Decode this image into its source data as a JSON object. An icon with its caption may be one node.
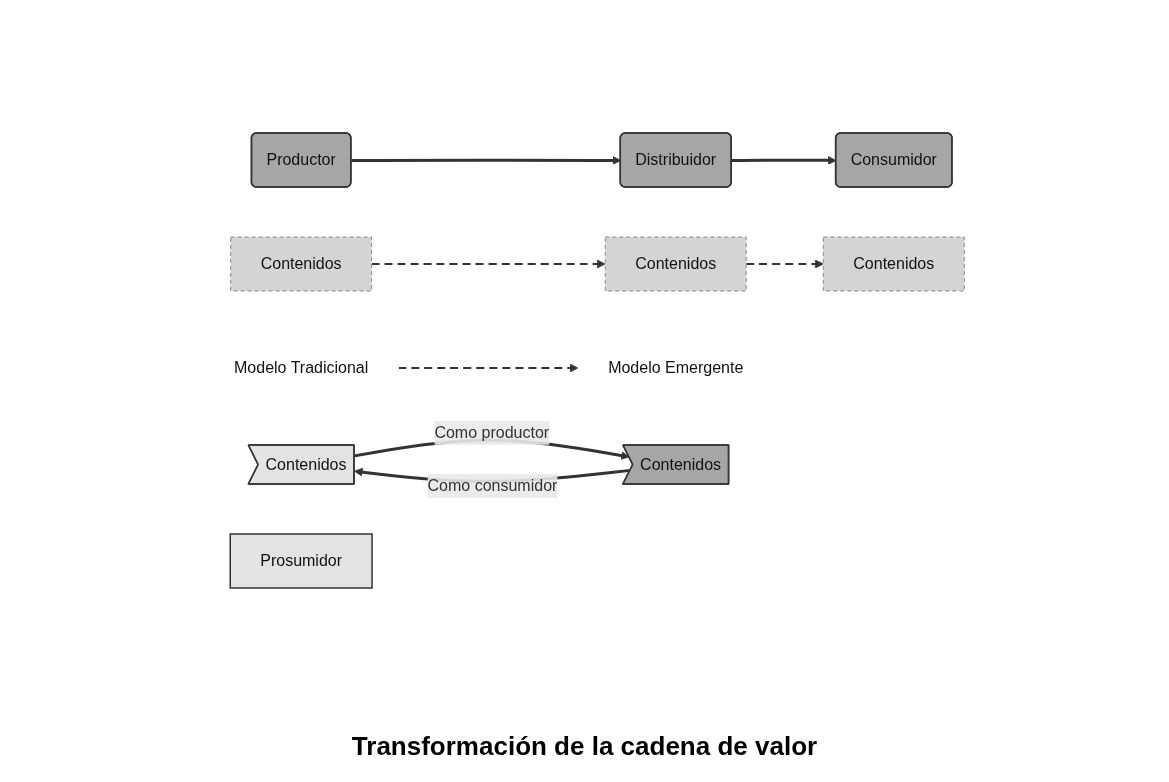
{
  "diagram": {
    "caption": "Transformación de la cadena de valor",
    "nodes": [
      {
        "text": [
          "Modelo Tradicional"
        ]
      },
      {
        "text": [
          "Productor"
        ]
      },
      {
        "text": [
          "Distribuidor"
        ]
      },
      {
        "text": [
          "Consumidor"
        ]
      },
      {
        "text": [
          "Contenidos"
        ]
      },
      {
        "text": [
          "Contenidos"
        ]
      },
      {
        "text": [
          "Contenidos"
        ]
      },
      {
        "text": [
          "Modelo Emergente"
        ]
      },
      {
        "text": [
          "Contenidos"
        ]
      },
      {
        "text": [
          "Prosumidor"
        ]
      },
      {
        "text": [
          "Contenidos"
        ]
      }
    ],
    "edges": [
      {
        "from": 0,
        "to": 7,
        "arrow": "to",
        "style": "dashed"
      },
      {
        "from": 1,
        "to": 2,
        "arrow": "to"
      },
      {
        "from": 2,
        "to": 3,
        "arrow": "to"
      },
      {
        "from": 4,
        "to": 5,
        "arrow": "to",
        "style": "dashed"
      },
      {
        "from": 5,
        "to": 6,
        "arrow": "to",
        "style": "dashed"
      },
      {
        "from": 8,
        "to": 10,
        "arrow": "to",
        "label": "Como productor"
      },
      {
        "from": 10,
        "to": 8,
        "arrow": "to",
        "label": "Como consumidor"
      }
    ]
  }
}
